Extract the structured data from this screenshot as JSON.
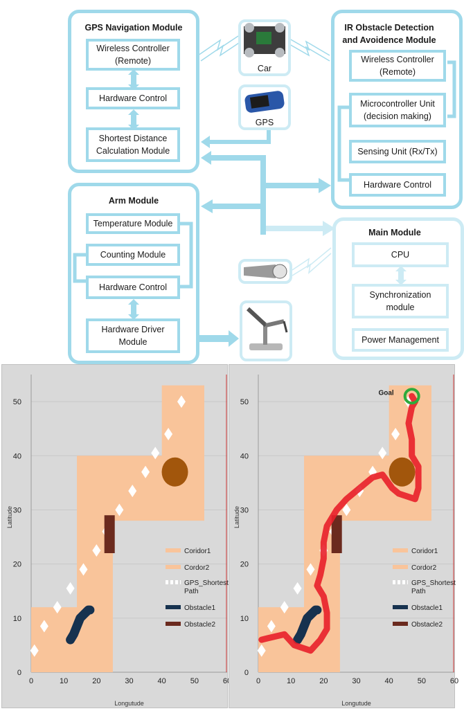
{
  "diagram": {
    "gps_module": {
      "title": "GPS Navigation Module",
      "wireless": "Wireless Controller\n(Remote)",
      "hardware": "Hardware Control",
      "shortest": "Shortest Distance\nCalculation Module"
    },
    "ir_module": {
      "title": "IR Obstacle Detection\nand Avoidence Module",
      "wireless": "Wireless Controller\n(Remote)",
      "mcu": "Microcontroller Unit\n(decision making)",
      "sensing": "Sensing Unit (Rx/Tx)",
      "hardware": "Hardware Control"
    },
    "arm_module": {
      "title": "Arm Module",
      "temperature": "Temperature Module",
      "counting": "Counting Module",
      "hardware": "Hardware Control",
      "driver": "Hardware Driver\nModule"
    },
    "main_module": {
      "title": "Main Module",
      "cpu": "CPU",
      "sync": "Synchronization\nmodule",
      "power": "Power Management"
    },
    "pictures": {
      "car": "Car",
      "gps": "GPS"
    }
  },
  "chart_data": [
    {
      "type": "area",
      "xlabel": "Longutude",
      "ylabel": "Latitude",
      "xlim": [
        0,
        60
      ],
      "ylim": [
        0,
        55
      ],
      "xticks": [
        "0",
        "10",
        "20",
        "30",
        "40",
        "50",
        "60"
      ],
      "yticks": [
        "0",
        "10",
        "20",
        "30",
        "40",
        "50"
      ],
      "legend_position": "right",
      "corridor1": [
        [
          0,
          12
        ],
        [
          12,
          12
        ],
        [
          12,
          0
        ],
        [
          25,
          0
        ],
        [
          25,
          28
        ],
        [
          25,
          28
        ]
      ],
      "corridor_polygon": [
        [
          0,
          12
        ],
        [
          14,
          12
        ],
        [
          14,
          40
        ],
        [
          40,
          40
        ],
        [
          40,
          53
        ],
        [
          53,
          53
        ],
        [
          53,
          28
        ],
        [
          25,
          28
        ],
        [
          25,
          0
        ],
        [
          0,
          0
        ]
      ],
      "gps_shortest_path": {
        "x": [
          1,
          4,
          8,
          12,
          16,
          20,
          23,
          27,
          31,
          35,
          38,
          42,
          46
        ],
        "y": [
          4,
          8.5,
          12,
          15.5,
          19,
          22.5,
          26,
          30,
          33.5,
          37,
          40.5,
          44,
          50
        ]
      },
      "obstacle1": {
        "x": [
          12,
          13,
          15,
          17.5,
          18
        ],
        "y": [
          6,
          7,
          10,
          11.5,
          11.5
        ]
      },
      "obstacle2": {
        "x": [
          24,
          24
        ],
        "y": [
          22,
          29
        ]
      },
      "round_obstacle": {
        "x": 44,
        "y": 37
      },
      "legend": [
        "Coridor1",
        "Cordor2",
        "GPS_Shortest\nPath",
        "Obstacle1",
        "Obstacle2"
      ],
      "colors": {
        "corridor": "#f9c49a",
        "path": "#ffffff",
        "obstacle1": "#17324f",
        "obstacle2": "#6b2a1e",
        "round": "#a2560c",
        "plot_bg": "#d9d9d9"
      }
    },
    {
      "type": "area",
      "xlabel": "Longutude",
      "ylabel": "Latitude",
      "xlim": [
        0,
        60
      ],
      "ylim": [
        0,
        55
      ],
      "xticks": [
        "0",
        "10",
        "20",
        "30",
        "40",
        "50",
        "60"
      ],
      "yticks": [
        "0",
        "10",
        "20",
        "30",
        "40",
        "50"
      ],
      "legend_position": "right",
      "goal_label": "Goal",
      "goal": {
        "x": 47,
        "y": 51
      },
      "robot_path": {
        "x": [
          1,
          3,
          8,
          11,
          16,
          19,
          21,
          21,
          20,
          18,
          19,
          20,
          20,
          21,
          24,
          27,
          30,
          32,
          35,
          38,
          41,
          43,
          48,
          49,
          49,
          47,
          47,
          46,
          47,
          48,
          47
        ],
        "y": [
          6,
          6.3,
          7,
          5,
          4,
          6,
          8,
          11,
          14,
          16,
          18,
          21,
          24,
          27,
          30,
          32,
          33.5,
          34.5,
          36,
          36.5,
          34,
          33,
          32,
          34,
          38,
          40,
          43,
          46,
          49,
          50,
          51
        ]
      },
      "legend": [
        "Coridor1",
        "Cordor2",
        "GPS_Shortest\nPath",
        "Obstacle1",
        "Obstacle2"
      ],
      "colors": {
        "robot_path": "#e8202a",
        "goal_circle": "#2eaa3c"
      }
    }
  ]
}
